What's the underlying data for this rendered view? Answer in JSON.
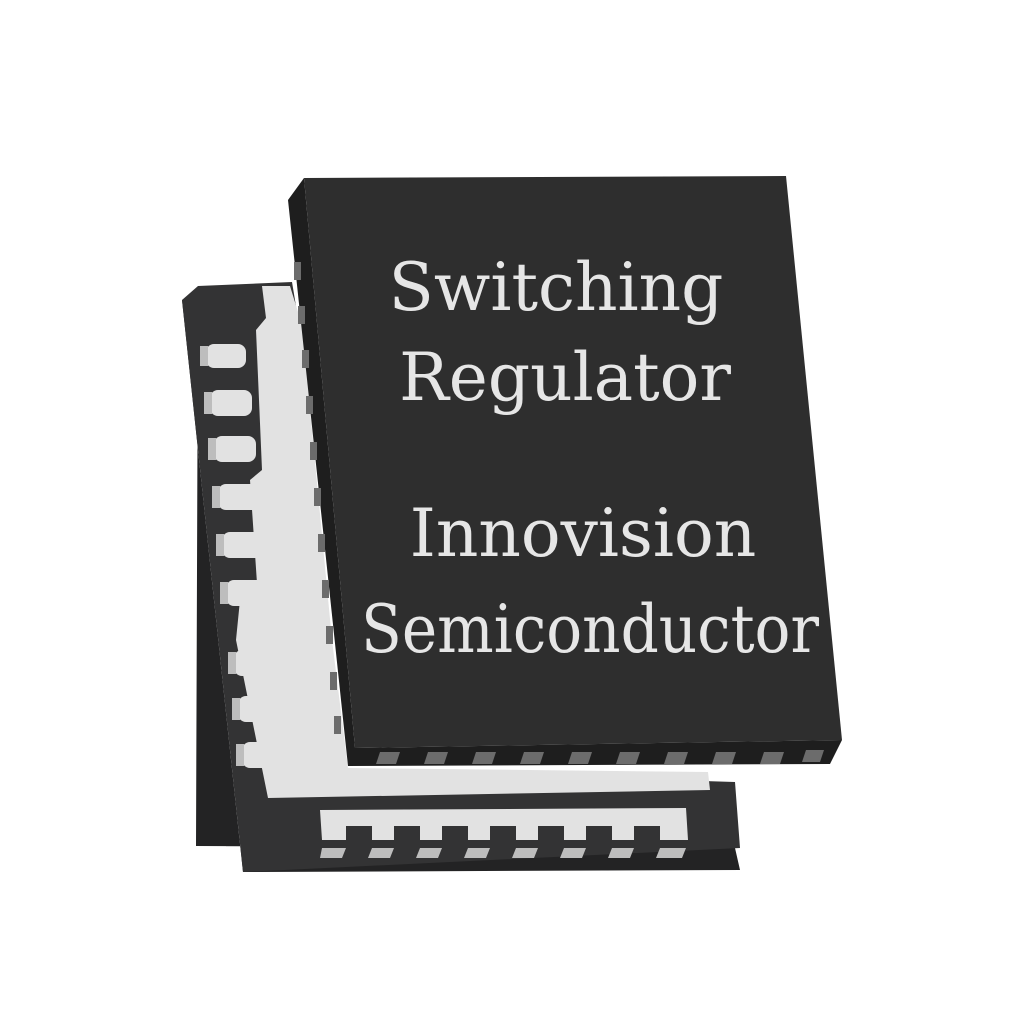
{
  "chip": {
    "label_lines": [
      "Switching",
      "Regulator",
      "Innovision",
      "Semiconductor"
    ]
  },
  "colors": {
    "background": "#ffffff",
    "top_chip_body": "#2e2e2e",
    "top_chip_edge": "#1e1e1e",
    "bottom_chip_body": "#333334",
    "bottom_chip_edge": "#232324",
    "pad": "#e2e2e2",
    "text": "#e6e6e6"
  }
}
